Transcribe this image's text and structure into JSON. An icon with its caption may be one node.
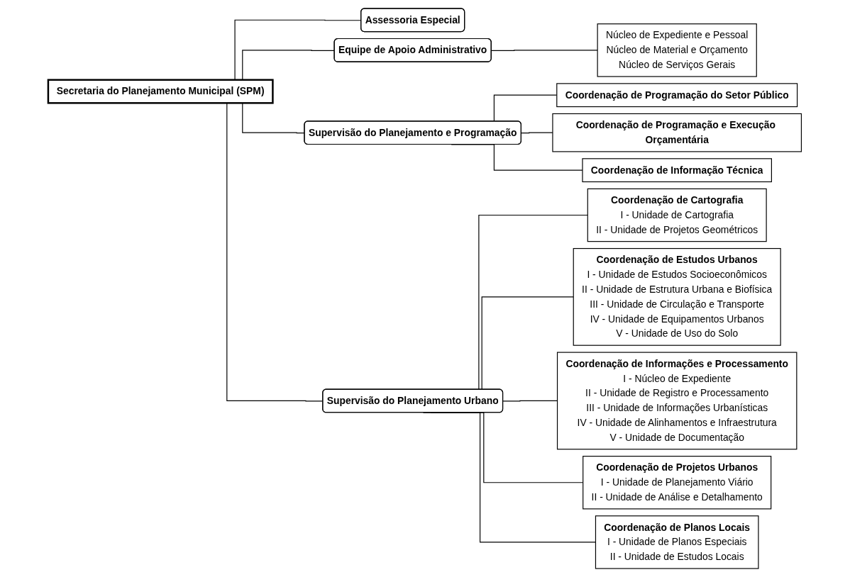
{
  "diagram": {
    "nodes": [
      {
        "text": [
          "Secretaria do Planejamento Municipal (SPM)"
        ]
      },
      {
        "text": [
          "Assessoria Especial"
        ]
      },
      {
        "text": [
          "Equipe de Apoio Administrativo"
        ]
      },
      {
        "text": [
          "Núcleo de Expediente e Pessoal",
          "Núcleo de Material e Orçamento",
          "Núcleo de Serviços Gerais"
        ]
      },
      {
        "text": [
          "Supervisão do Planejamento e Programação"
        ]
      },
      {
        "text": [
          "Supervisão do Planejamento Urbano"
        ]
      },
      {
        "text": [
          "Coordenação de Programação do Setor Público"
        ]
      },
      {
        "text": [
          "Coordenação de Programação e Execução Orçamentária"
        ]
      },
      {
        "text": [
          "Coordenação de Informação Técnica"
        ]
      },
      {
        "text": [
          "Coordenação de Cartografia",
          "I - Unidade de Cartografia",
          "II - Unidade de Projetos Geométricos"
        ]
      },
      {
        "text": [
          "Coordenação de Estudos Urbanos",
          "I - Unidade de Estudos Socioeconômicos",
          "II - Unidade de Estrutura Urbana e Biofísica",
          "III - Unidade de Circulação e Transporte",
          "IV - Unidade de Equipamentos Urbanos",
          "V - Unidade de Uso do Solo"
        ]
      },
      {
        "text": [
          "Coordenação de Informações e Processamento",
          "I - Núcleo de Expediente",
          "II - Unidade de Registro e Processamento",
          "III - Unidade de Informações Urbanísticas",
          "IV - Unidade de Alinhamentos e Infraestrutura",
          "V - Unidade de Documentação"
        ]
      },
      {
        "text": [
          "Coordenação de Projetos Urbanos",
          "I - Unidade de Planejamento Viário",
          "II - Unidade de Análise e Detalhamento"
        ]
      },
      {
        "text": [
          "Coordenação de Planos Locais",
          "I - Unidade de Planos Especiais",
          "II - Unidade de Estudos Locais"
        ]
      }
    ],
    "edges": [
      {
        "from": 0,
        "to": 1,
        "arrow": "none"
      },
      {
        "from": 0,
        "to": 2,
        "arrow": "none"
      },
      {
        "from": 2,
        "to": 3,
        "arrow": "none"
      },
      {
        "from": 0,
        "to": 4,
        "arrow": "none"
      },
      {
        "from": 0,
        "to": 5,
        "arrow": "none"
      },
      {
        "from": 4,
        "to": 6,
        "arrow": "none"
      },
      {
        "from": 4,
        "to": 7,
        "arrow": "none"
      },
      {
        "from": 4,
        "to": 8,
        "arrow": "none"
      },
      {
        "from": 5,
        "to": 9,
        "arrow": "none"
      },
      {
        "from": 5,
        "to": 10,
        "arrow": "none"
      },
      {
        "from": 5,
        "to": 11,
        "arrow": "none"
      },
      {
        "from": 5,
        "to": 12,
        "arrow": "none"
      },
      {
        "from": 5,
        "to": 13,
        "arrow": "none"
      }
    ]
  }
}
